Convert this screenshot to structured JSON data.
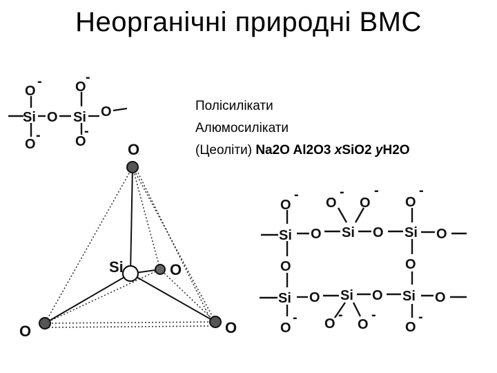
{
  "slide": {
    "title": "Неорганічні природні ВМС"
  },
  "content": {
    "line1": "Полісилікати",
    "line2": "Алюмосилікати",
    "line3_prefix": "(Цеоліти) ",
    "formula_part1": "Na2O Al2O3 ",
    "formula_x": "x",
    "formula_part2": "SiO2 ",
    "formula_y": "y",
    "formula_part3": "H2O"
  },
  "diagram": {
    "atom_si": "Si",
    "atom_o": "O",
    "charge": "-"
  }
}
